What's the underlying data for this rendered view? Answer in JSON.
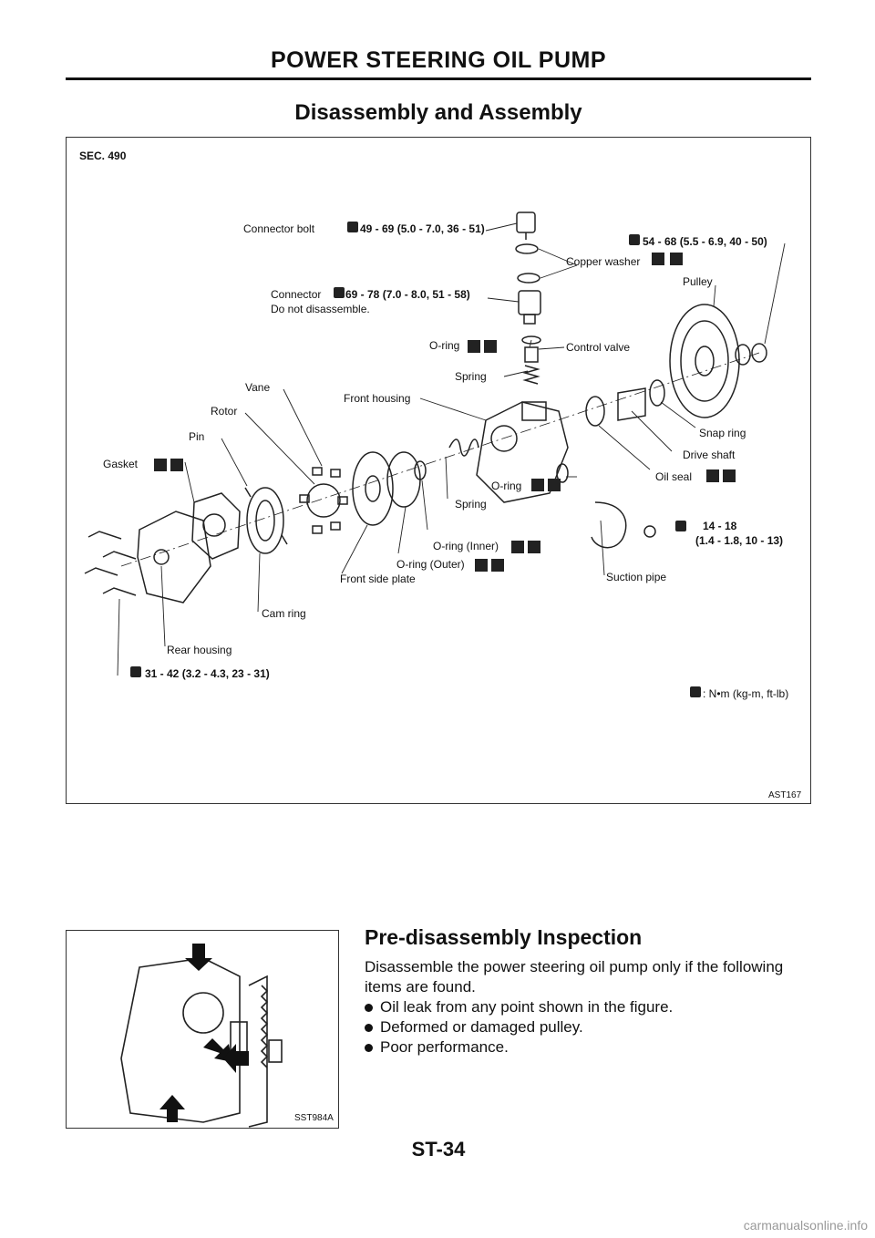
{
  "header": {
    "title": "POWER STEERING OIL PUMP"
  },
  "section": {
    "title": "Disassembly and Assembly"
  },
  "diagram": {
    "sec": "SEC. 490",
    "figure_id": "AST167",
    "legend_unit": ": N•m (kg-m, ft-lb)",
    "labels": {
      "connector_bolt": "Connector bolt",
      "connector_bolt_torque": "49 - 69 (5.0 - 7.0, 36 - 51)",
      "pulley_torque": "54 - 68 (5.5 - 6.9, 40 - 50)",
      "copper_washer": "Copper washer",
      "connector": "Connector",
      "connector_torque": "69 - 78 (7.0 - 8.0, 51 - 58)",
      "do_not_disassemble": "Do not disassemble.",
      "pulley": "Pulley",
      "oring_top": "O-ring",
      "control_valve": "Control valve",
      "spring_top": "Spring",
      "vane": "Vane",
      "front_housing": "Front housing",
      "rotor": "Rotor",
      "snap_ring": "Snap ring",
      "pin": "Pin",
      "drive_shaft": "Drive shaft",
      "gasket": "Gasket",
      "oring_mid": "O-ring",
      "oil_seal": "Oil seal",
      "spring_mid": "Spring",
      "pipe_torque_1": "14 - 18",
      "pipe_torque_2": "(1.4 - 1.8, 10 - 13)",
      "oring_inner": "O-ring (Inner)",
      "oring_outer": "O-ring (Outer)",
      "front_side_plate": "Front side plate",
      "suction_pipe": "Suction pipe",
      "cam_ring": "Cam ring",
      "rear_housing": "Rear housing",
      "rear_torque": "31 - 42 (3.2 - 4.3, 23 - 31)"
    }
  },
  "inspection": {
    "title": "Pre-disassembly Inspection",
    "intro": "Disassemble the power steering oil pump only if the following items are found.",
    "items": [
      "Oil leak from any point shown in the figure.",
      "Deformed or damaged pulley.",
      "Poor performance."
    ],
    "figure_id": "SST984A"
  },
  "footer": {
    "page": "ST-34",
    "watermark": "carmanualsonline.info"
  }
}
